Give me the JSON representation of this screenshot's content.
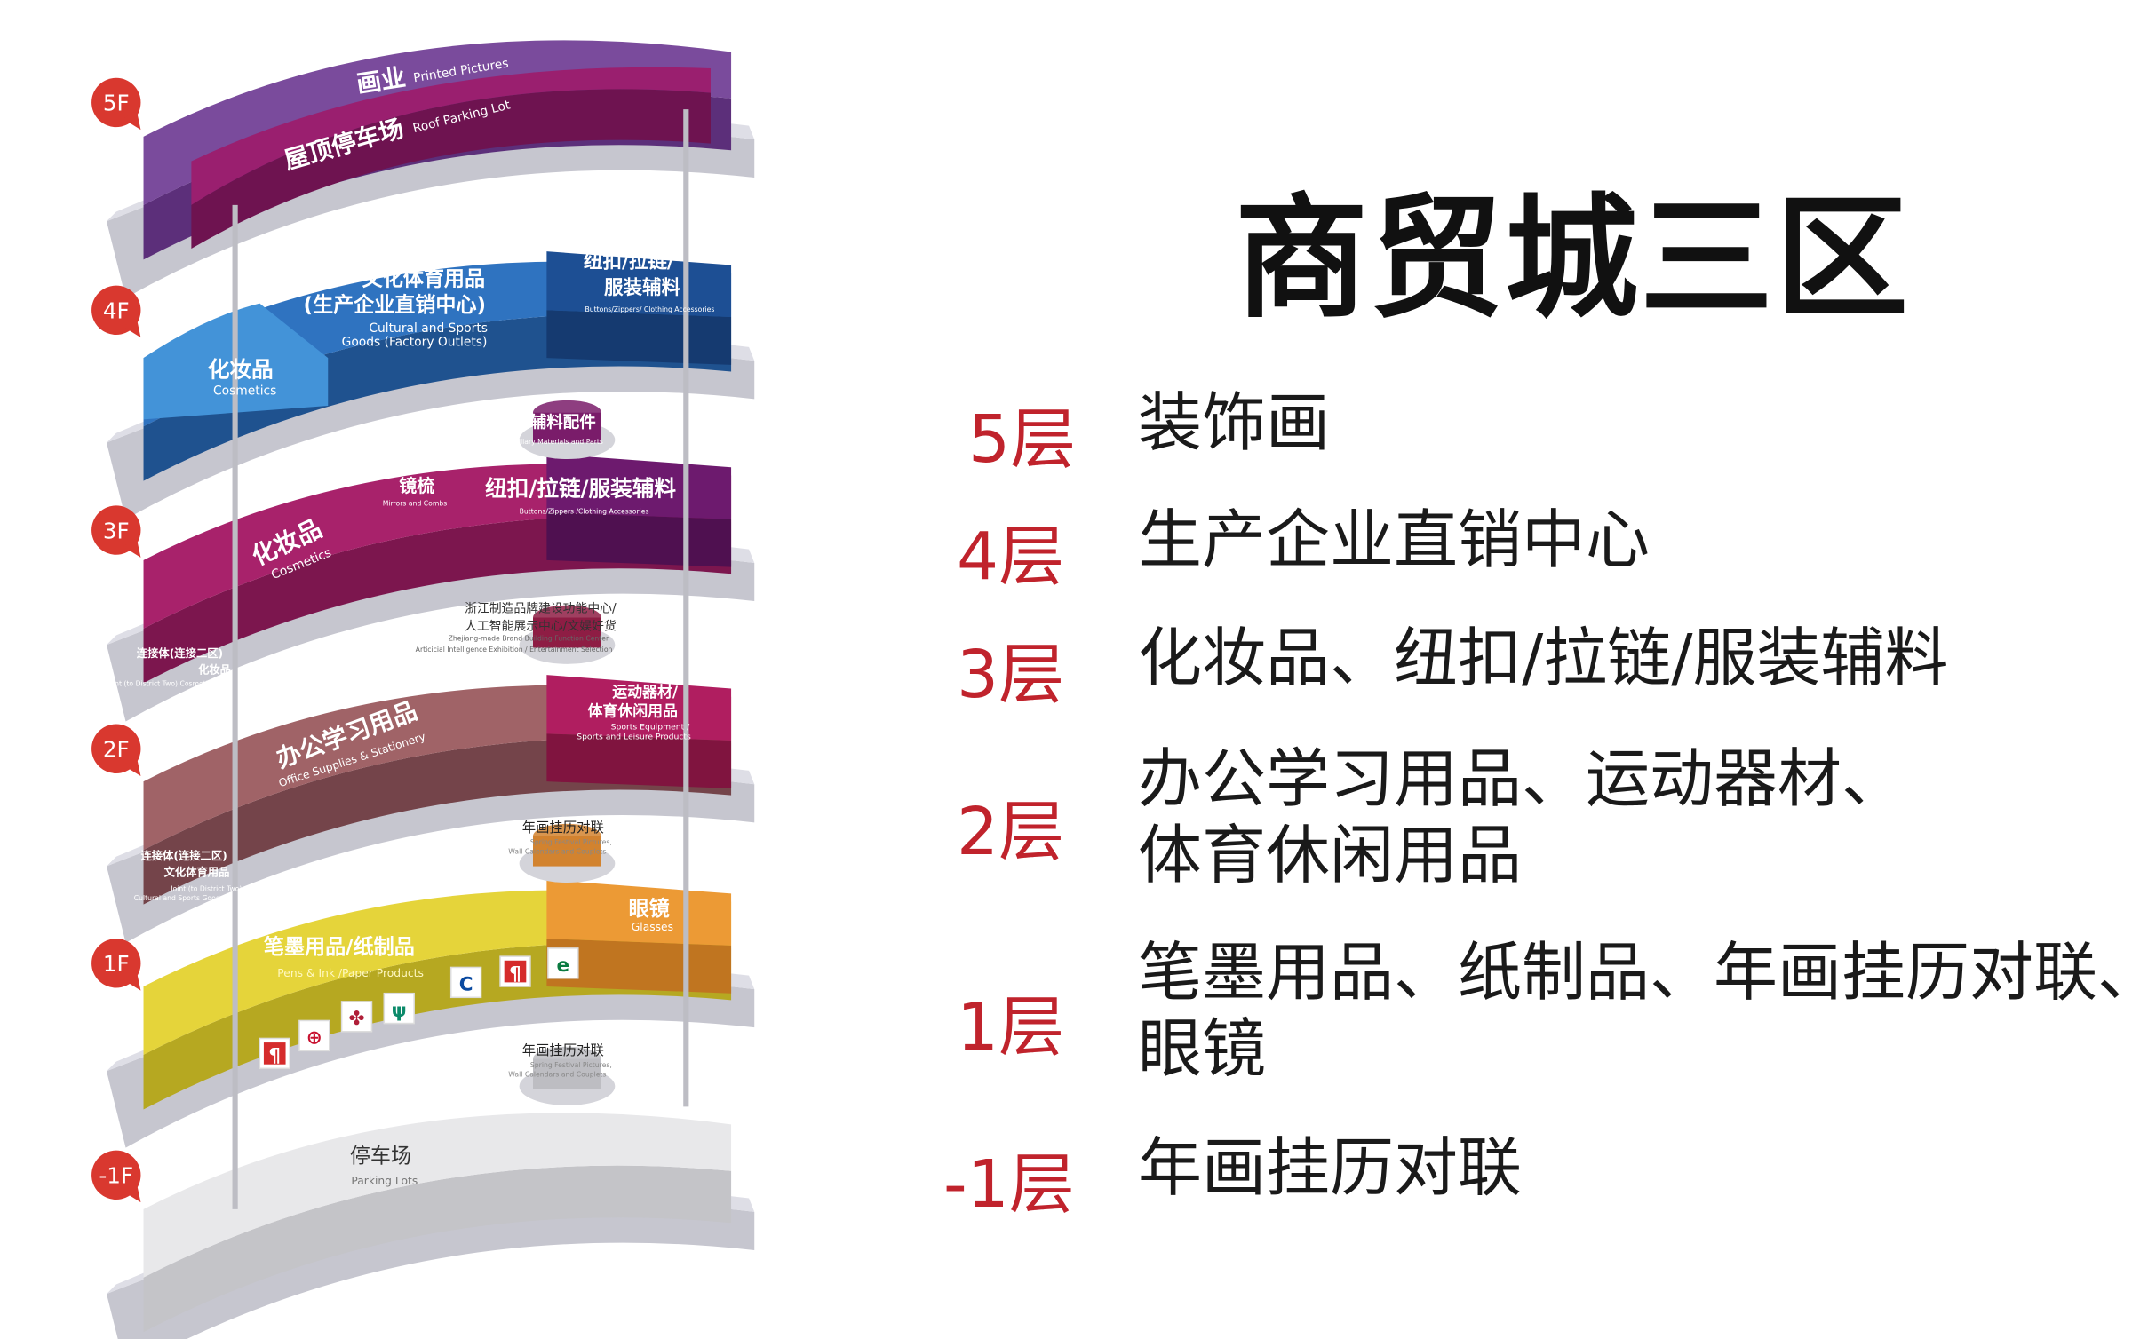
{
  "title": "商贸城三区",
  "colors": {
    "accent": "#c0232c",
    "badge": "#d9382f"
  },
  "levels": [
    {
      "label": "5层",
      "lines": [
        "装饰画"
      ]
    },
    {
      "label": "4层",
      "lines": [
        "生产企业直销中心"
      ]
    },
    {
      "label": "3层",
      "lines": [
        "化妆品、纽扣/拉链/服装辅料"
      ]
    },
    {
      "label": "2层",
      "lines": [
        "办公学习用品、运动器材、",
        "体育休闲用品"
      ]
    },
    {
      "label": "1层",
      "lines": [
        "笔墨用品、纸制品、年画挂历对联、",
        "眼镜"
      ]
    },
    {
      "label": "-1层",
      "lines": [
        "年画挂历对联"
      ]
    }
  ],
  "map": {
    "badges": [
      "5F",
      "4F",
      "3F",
      "2F",
      "1F",
      "-1F"
    ],
    "f5": {
      "a_cn": "画业",
      "a_en": "Printed Pictures",
      "b_cn": "屋顶停车场",
      "b_en": "Roof Parking Lot"
    },
    "f4": {
      "main_cn1": "文化体育用品",
      "main_cn2": "(生产企业直销中心)",
      "main_en1": "Cultural and Sports",
      "main_en2": "Goods (Factory Outlets)",
      "right_cn1": "纽扣/拉链/",
      "right_cn2": "服装辅料",
      "right_en": "Buttons/Zippers/ Clothing Accessories",
      "left_cn": "化妆品",
      "left_en": "Cosmetics"
    },
    "f3": {
      "aux_cn": "辅料配件",
      "aux_en": "Auxiliary Materials and Parts",
      "mirror_cn": "镜梳",
      "mirror_en": "Mirrors and Combs",
      "right_cn": "纽扣/拉链/服装辅料",
      "right_en": "Buttons/Zippers /Clothing Accessories",
      "main_cn": "化妆品",
      "main_en": "Cosmetics",
      "center_cn1": "浙江制造品牌建设功能中心/",
      "center_cn2": "人工智能展示中心/文娱好货",
      "center_en1": "Zhejiang-made Brand Building Function Center",
      "center_en2": "Articicial Intelligence Exhibition / Entertainment Selection",
      "joint_cn1": "连接体(连接二区)",
      "joint_cn2": "化妆品",
      "joint_en": "Joint (to District Two) Cosmetics"
    },
    "f2": {
      "right_cn1": "运动器材/",
      "right_cn2": "体育休闲用品",
      "right_en1": "Sports Equipment /",
      "right_en2": "Sports and Leisure Products",
      "main_cn": "办公学习用品",
      "main_en": "Office Supplies & Stationery",
      "joint_cn1": "连接体(连接二区)",
      "joint_cn2": "文化体育用品",
      "joint_en1": "Joint (to District Two)",
      "joint_en2": "Cultural and Sports Goods",
      "pics_cn": "年画挂历对联",
      "pics_en1": "Spring Festival Pictures,",
      "pics_en2": "Wall Calendars and Couplets"
    },
    "f1": {
      "glasses_cn": "眼镜",
      "glasses_en": "Glasses",
      "main_cn": "笔墨用品/纸制品",
      "main_en": "Pens & Ink /Paper Products",
      "pics_cn": "年画挂历对联",
      "pics_en1": "Spring Festival Pictures,",
      "pics_en2": "Wall Calendars and Couplets",
      "icons": [
        "restaurant-icon",
        "bank-of-china-icon",
        "unionpay-bank-icon",
        "agricultural-bank-icon",
        "construction-bank-icon",
        "restaurant-icon",
        "postal-bank-icon"
      ]
    },
    "fb1": {
      "main_cn": "停车场",
      "main_en": "Parking Lots"
    }
  }
}
